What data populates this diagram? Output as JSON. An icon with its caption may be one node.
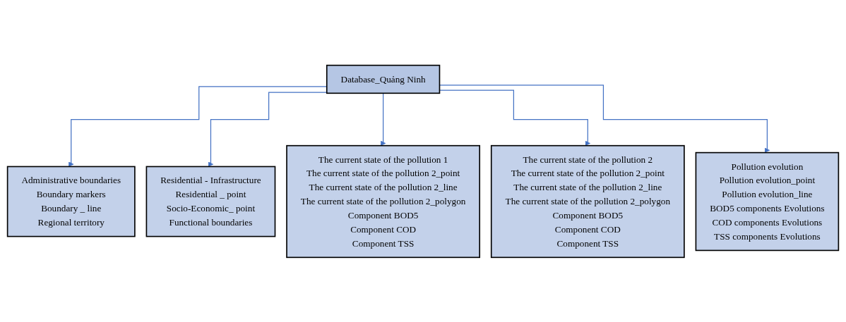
{
  "diagram": {
    "nodes": [
      {
        "text": [
          "Database_Quảng Ninh"
        ]
      },
      {
        "text": [
          "Administrative boundaries",
          "Boundary markers",
          "Boundary _ line",
          "Regional territory"
        ]
      },
      {
        "text": [
          "Residential - Infrastructure",
          "Residential _ point",
          "Socio-Economic_ point",
          "Functional boundaries"
        ]
      },
      {
        "text": [
          "The current state of the pollution 1",
          "The current state of the pollution 2_point",
          "The current state of the pollution 2_line",
          "The current state of the pollution 2_polygon",
          "Component BOD5",
          "Component  COD",
          "Component  TSS"
        ]
      },
      {
        "text": [
          "The current state of the pollution 2",
          "The current state of the pollution 2_point",
          "The current state of the pollution 2_line",
          "The current state of the pollution 2_polygon",
          "Component BOD5",
          "Component  COD",
          "Component  TSS"
        ]
      },
      {
        "text": [
          "Pollution evolution",
          "Pollution evolution_point",
          "Pollution evolution_line",
          "BOD5 components Evolutions",
          "COD components Evolutions",
          "TSS components Evolutions"
        ]
      }
    ],
    "edges": [
      {
        "from": 0,
        "to": 1,
        "arrow": "to"
      },
      {
        "from": 0,
        "to": 2,
        "arrow": "to"
      },
      {
        "from": 0,
        "to": 3,
        "arrow": "to"
      },
      {
        "from": 0,
        "to": 4,
        "arrow": "to"
      },
      {
        "from": 0,
        "to": 5,
        "arrow": "to"
      }
    ]
  }
}
